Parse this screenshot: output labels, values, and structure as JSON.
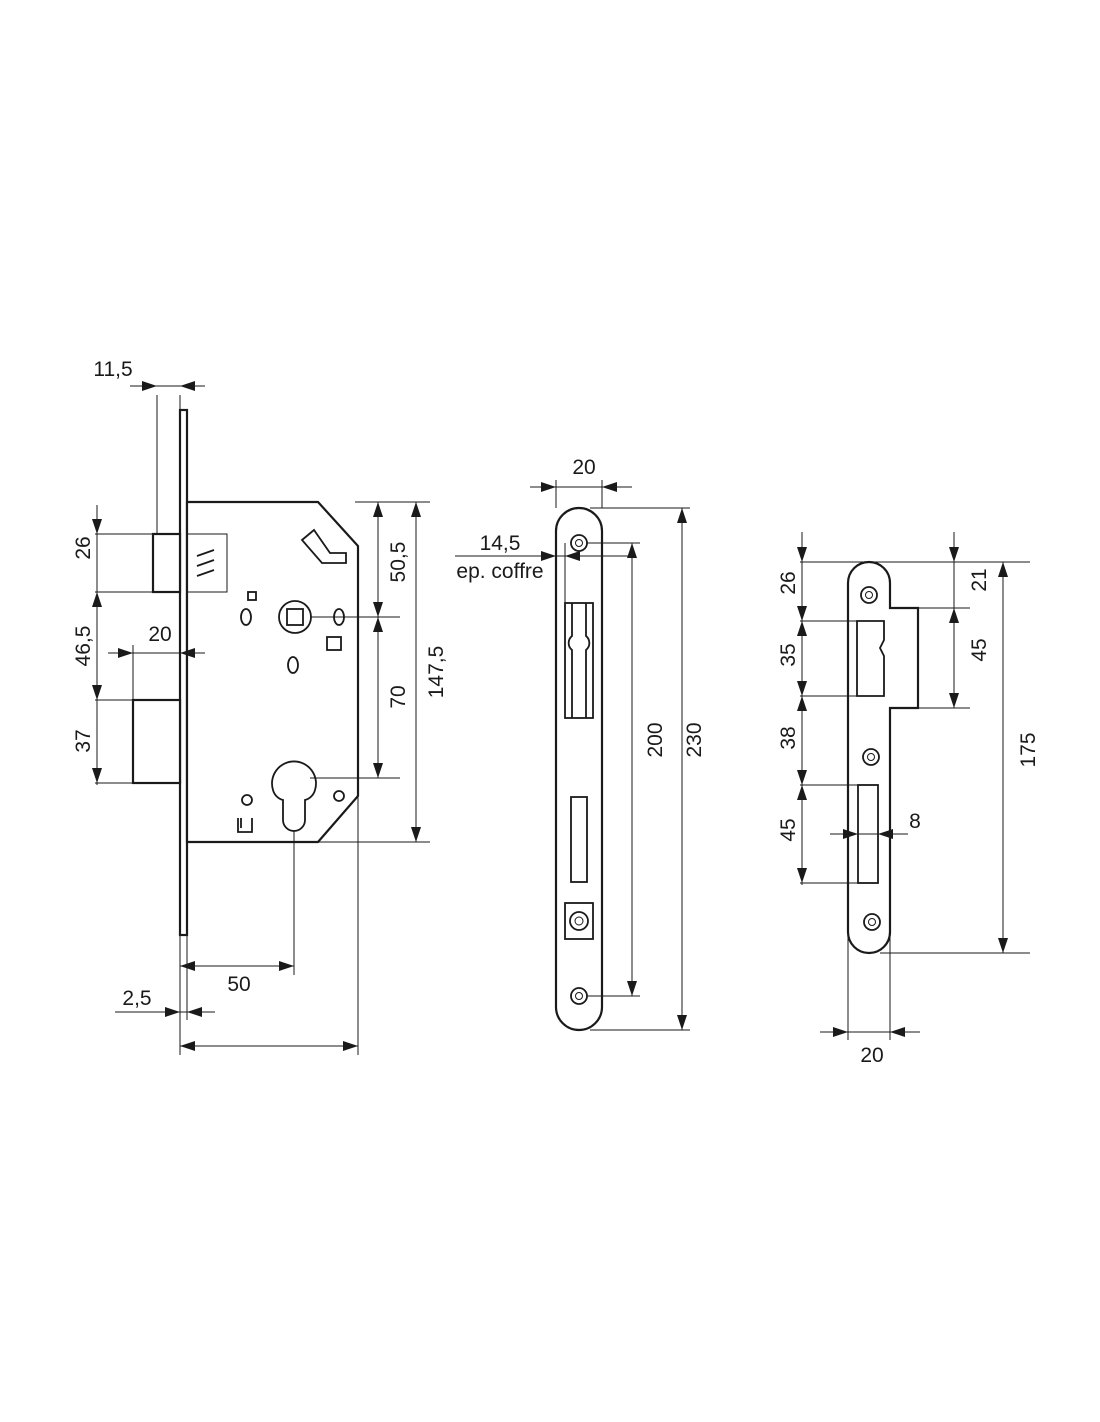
{
  "lock_body": {
    "dims": {
      "faceplate_offset": "11,5",
      "latch_height": "26",
      "latch_to_bolt": "46,5",
      "bolt_projection": "20",
      "bolt_height": "37",
      "top_to_handle": "50,5",
      "handle_to_cylinder": "70",
      "body_height": "147,5",
      "backset": "50",
      "faceplate_thickness": "2,5"
    }
  },
  "forend": {
    "dims": {
      "width": "20",
      "case_thickness": "14,5",
      "case_thickness_note": "ep. coffre",
      "screw_spacing": "200",
      "length": "230"
    }
  },
  "strike_plate": {
    "dims": {
      "top_to_latch": "26",
      "latch_opening": "35",
      "latch_to_bolt": "38",
      "bolt_opening": "45",
      "lip_offset": "21",
      "lip_height": "45",
      "bolt_width": "8",
      "screw_spacing": "175",
      "width": "20"
    }
  }
}
